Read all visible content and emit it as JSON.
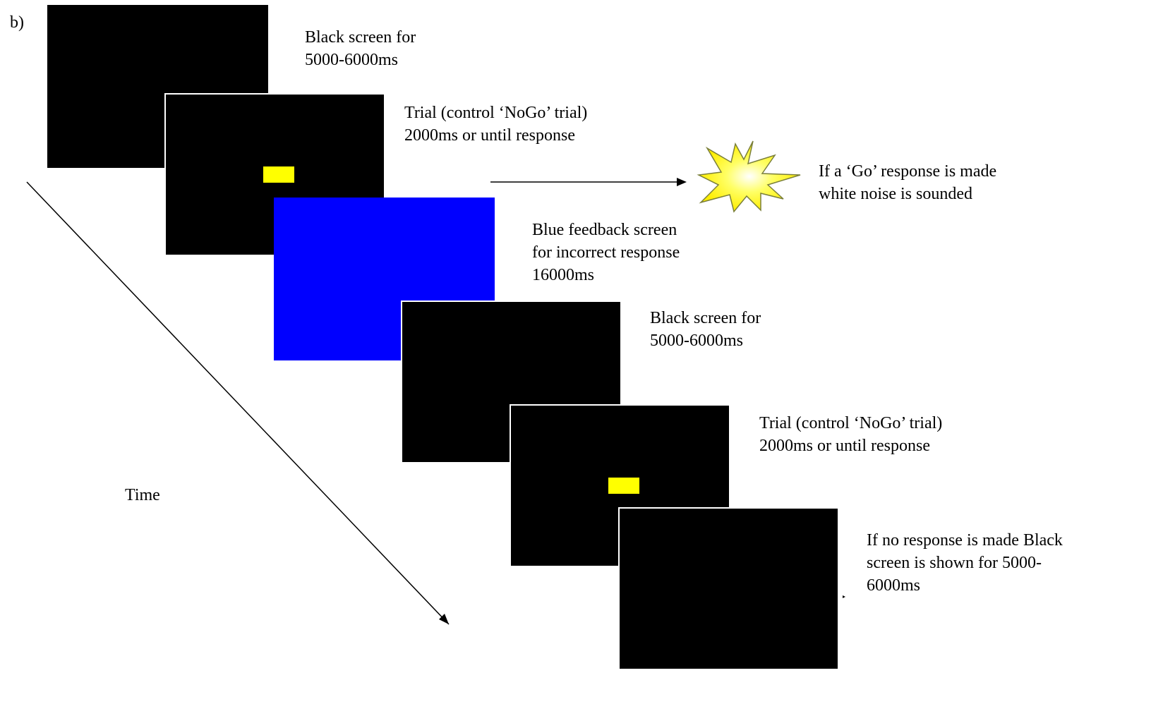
{
  "panel_label": "b)",
  "axis_label": "Time",
  "colors": {
    "screen": "#000000",
    "feedback": "#0000ff",
    "stimulus": "#ffff00",
    "burst": "#ffff33"
  },
  "screens": [
    {
      "name": "black-screen-1",
      "fill": "black",
      "stimulus": false
    },
    {
      "name": "nogo-trial-screen-1",
      "fill": "black",
      "stimulus": true
    },
    {
      "name": "blue-feedback-screen",
      "fill": "blue",
      "stimulus": false
    },
    {
      "name": "black-screen-2",
      "fill": "black",
      "stimulus": false
    },
    {
      "name": "nogo-trial-screen-2",
      "fill": "black",
      "stimulus": true
    },
    {
      "name": "black-screen-3",
      "fill": "black",
      "stimulus": false
    }
  ],
  "labels": {
    "black_screen_1": "Black screen for\n5000-6000ms",
    "trial_1": "Trial (control ‘NoGo’ trial)\n2000ms or until response",
    "go_response": "If a ‘Go’ response is made\nwhite noise is sounded",
    "blue_feedback": "Blue feedback screen\nfor incorrect response\n16000ms",
    "black_screen_2": "Black screen for\n5000-6000ms",
    "trial_2": "Trial (control ‘NoGo’ trial)\n2000ms or until response",
    "no_response": "If no response is made Black\nscreen is shown for 5000-\n6000ms"
  },
  "icons": {
    "burst": "white-noise-burst-icon"
  }
}
